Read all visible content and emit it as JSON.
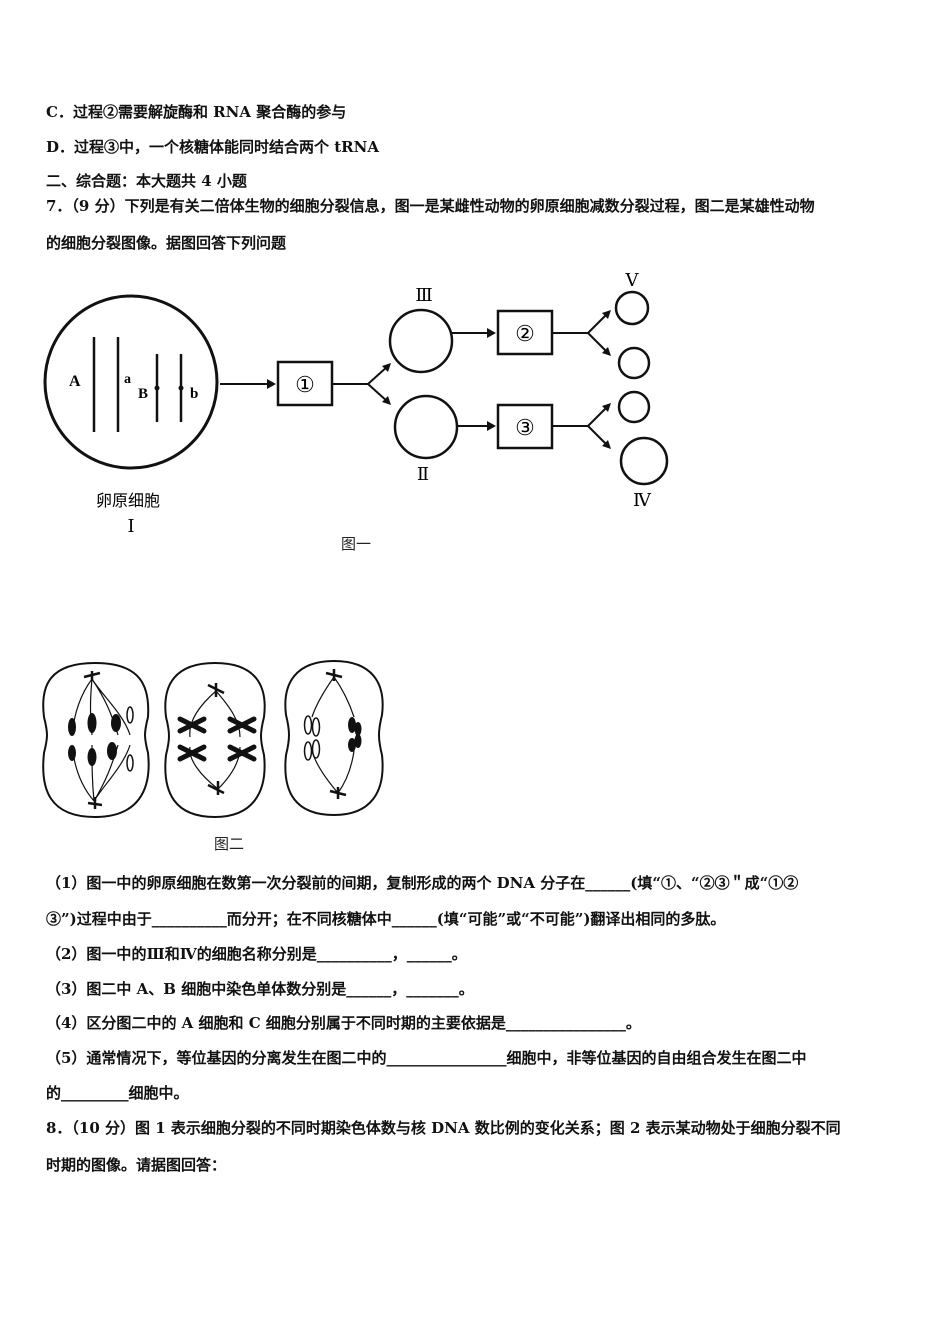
{
  "option_c": "C．过程②需要解旋酶和 RNA 聚合酶的参与",
  "option_d": "D．过程③中，一个核糖体能同时结合两个 tRNA",
  "section2": "二、综合题：本大题共 4 小题",
  "q7_line1": "7．（9 分）下列是有关二倍体生物的细胞分裂信息，图一是某雌性动物的卵原细胞减数分裂过程，图二是某雄性动物",
  "q7_line2": "的细胞分裂图像。据图回答下列问题",
  "fig1": {
    "gene_A": "A",
    "gene_a": "a",
    "gene_B": "B",
    "gene_b": "b",
    "step1": "①",
    "step2": "②",
    "step3": "③",
    "label_III": "Ⅲ",
    "label_II": "Ⅱ",
    "label_V": "Ⅴ",
    "label_IV": "Ⅳ",
    "cell_name": "卵原细胞",
    "cell_numeral": "Ⅰ",
    "caption": "图一"
  },
  "fig2": {
    "caption": "图二"
  },
  "q7_1_line1": "（1）图一中的卵原细胞在数第一次分裂前的间期，复制形成的两个 DNA 分子在______(填“①、“②③＂成“①②",
  "q7_1_line2": "③”)过程中由于__________而分开；在不同核糖体中______(填“可能”或“不可能”)翻译出相同的多肽。",
  "q7_2": "（2）图一中的Ⅲ和Ⅳ的细胞名称分别是__________，______。",
  "q7_3": "（3）图二中 A、B 细胞中染色单体数分别是______，_______。",
  "q7_4": "（4）区分图二中的 A 细胞和 C 细胞分别属于不同时期的主要依据是________________。",
  "q7_5_line1": "（5）通常情况下，等位基因的分离发生在图二中的________________细胞中，非等位基因的自由组合发生在图二中",
  "q7_5_line2": "的_________细胞中。",
  "q8_line1": "8．（10 分）图 1 表示细胞分裂的不同时期染色体数与核 DNA 数比例的变化关系；图 2 表示某动物处于细胞分裂不同",
  "q8_line2": "时期的图像。请据图回答："
}
